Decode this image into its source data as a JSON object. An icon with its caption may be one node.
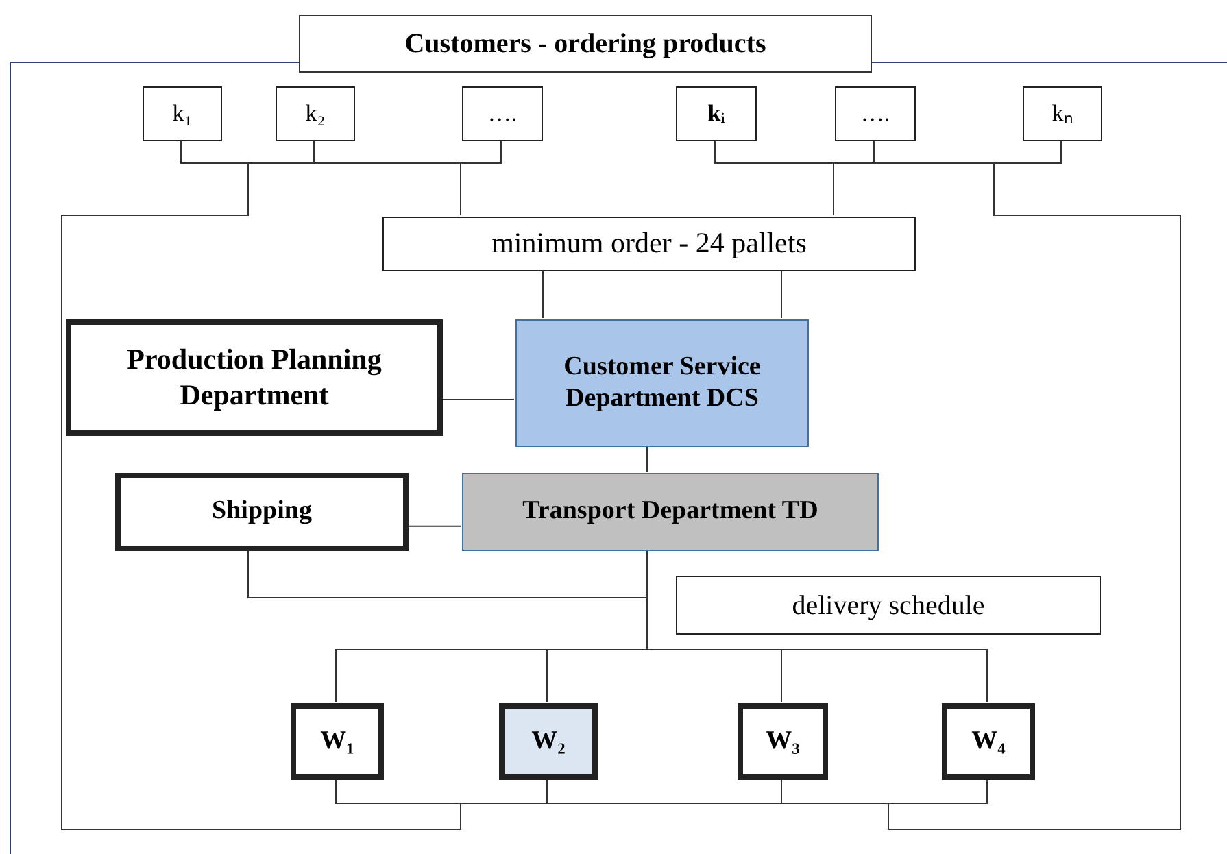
{
  "diagram": {
    "nodes": [
      {
        "text": [
          "Customers - ordering products"
        ]
      },
      {
        "text": [
          "k₁"
        ],
        "in": 0
      },
      {
        "text": [
          "k₂"
        ],
        "in": 0
      },
      {
        "text": [
          "…."
        ],
        "in": 0
      },
      {
        "text": [
          "kᵢ"
        ],
        "in": 0
      },
      {
        "text": [
          "…."
        ],
        "in": 0
      },
      {
        "text": [
          "kₙ"
        ],
        "in": 0
      },
      {
        "text": [
          "minimum order - 24 pallets"
        ],
        "in": 0
      },
      {
        "text": [
          "Production Planning Department"
        ],
        "in": 0
      },
      {
        "text": [
          "Customer Service Department DCS"
        ],
        "in": 0
      },
      {
        "text": [
          "Shipping"
        ],
        "in": 0
      },
      {
        "text": [
          "Transport Department TD"
        ],
        "in": 0
      },
      {
        "text": [
          "delivery schedule"
        ],
        "in": 0
      },
      {
        "text": [
          "W₁"
        ],
        "in": 0
      },
      {
        "text": [
          "W₂"
        ],
        "in": 0
      },
      {
        "text": [
          "W₃"
        ],
        "in": 0
      },
      {
        "text": [
          "W₄"
        ],
        "in": 0
      }
    ],
    "edges": [
      {
        "from": 1,
        "to": 7,
        "arrow": "none"
      },
      {
        "from": 2,
        "to": 7,
        "arrow": "none"
      },
      {
        "from": 3,
        "to": 7,
        "arrow": "none"
      },
      {
        "from": 4,
        "to": 7,
        "arrow": "none"
      },
      {
        "from": 5,
        "to": 7,
        "arrow": "none"
      },
      {
        "from": 6,
        "to": 7,
        "arrow": "none"
      },
      {
        "from": 7,
        "to": 9,
        "arrow": "none"
      },
      {
        "from": 8,
        "to": 9,
        "arrow": "none"
      },
      {
        "from": 9,
        "to": 11,
        "arrow": "none"
      },
      {
        "from": 10,
        "to": 11,
        "arrow": "none"
      },
      {
        "from": 11,
        "to": 13,
        "arrow": "none"
      },
      {
        "from": 11,
        "to": 14,
        "arrow": "none"
      },
      {
        "from": 11,
        "to": 15,
        "arrow": "none"
      },
      {
        "from": 11,
        "to": 16,
        "arrow": "none"
      },
      {
        "from": 10,
        "to": 13,
        "arrow": "none"
      },
      {
        "from": 10,
        "to": 14,
        "arrow": "none"
      },
      {
        "from": 10,
        "to": 15,
        "arrow": "none"
      },
      {
        "from": 10,
        "to": 16,
        "arrow": "none"
      },
      {
        "from": 1,
        "to": 13,
        "arrow": "none"
      },
      {
        "from": 1,
        "to": 14,
        "arrow": "none"
      },
      {
        "from": 1,
        "to": 15,
        "arrow": "none"
      },
      {
        "from": 1,
        "to": 16,
        "arrow": "none"
      },
      {
        "from": 2,
        "to": 13,
        "arrow": "none"
      },
      {
        "from": 2,
        "to": 14,
        "arrow": "none"
      },
      {
        "from": 2,
        "to": 15,
        "arrow": "none"
      },
      {
        "from": 2,
        "to": 16,
        "arrow": "none"
      },
      {
        "from": 3,
        "to": 13,
        "arrow": "none"
      },
      {
        "from": 3,
        "to": 14,
        "arrow": "none"
      },
      {
        "from": 3,
        "to": 15,
        "arrow": "none"
      },
      {
        "from": 3,
        "to": 16,
        "arrow": "none"
      },
      {
        "from": 4,
        "to": 13,
        "arrow": "none"
      },
      {
        "from": 4,
        "to": 14,
        "arrow": "none"
      },
      {
        "from": 4,
        "to": 15,
        "arrow": "none"
      },
      {
        "from": 4,
        "to": 16,
        "arrow": "none"
      },
      {
        "from": 5,
        "to": 13,
        "arrow": "none"
      },
      {
        "from": 5,
        "to": 14,
        "arrow": "none"
      },
      {
        "from": 5,
        "to": 15,
        "arrow": "none"
      },
      {
        "from": 5,
        "to": 16,
        "arrow": "none"
      },
      {
        "from": 6,
        "to": 13,
        "arrow": "none"
      },
      {
        "from": 6,
        "to": 14,
        "arrow": "none"
      },
      {
        "from": 6,
        "to": 15,
        "arrow": "none"
      },
      {
        "from": 6,
        "to": 16,
        "arrow": "none"
      }
    ]
  }
}
